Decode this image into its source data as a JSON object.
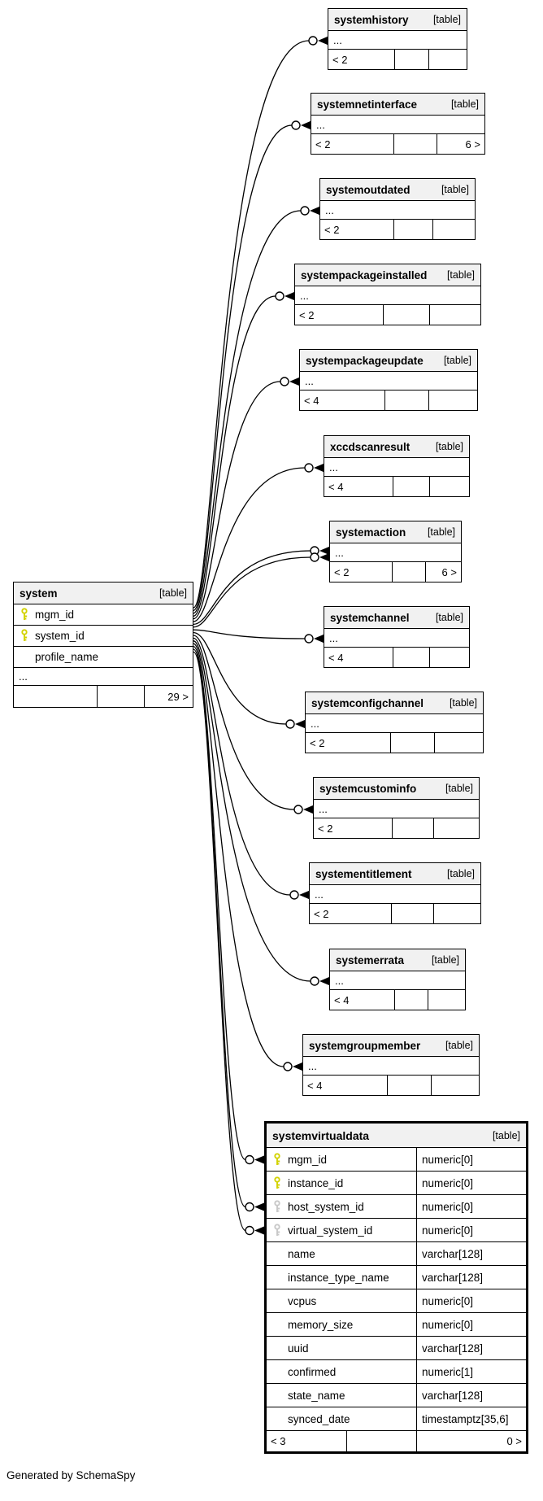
{
  "footer_note": "Generated by SchemaSpy",
  "colors": {
    "pk_key": "#d2d200",
    "fk_key": "#c8c8c8",
    "header_bg": "#f1f1f1",
    "border": "#000000",
    "edge": "#000000"
  },
  "system_table": {
    "name": "system",
    "badge": "[table]",
    "columns": [
      {
        "name": "mgm_id",
        "key": "pk"
      },
      {
        "name": "system_id",
        "key": "pk"
      },
      {
        "name": "profile_name",
        "key": ""
      }
    ],
    "more": "...",
    "footer": {
      "left": "",
      "mid": "",
      "right": "29 >"
    }
  },
  "related_tables": [
    {
      "name": "systemhistory",
      "badge": "[table]",
      "more": "...",
      "footer": {
        "left": "< 2",
        "mid": "",
        "right": ""
      }
    },
    {
      "name": "systemnetinterface",
      "badge": "[table]",
      "more": "...",
      "footer": {
        "left": "< 2",
        "mid": "",
        "right": "6 >"
      }
    },
    {
      "name": "systemoutdated",
      "badge": "[table]",
      "more": "...",
      "footer": {
        "left": "< 2",
        "mid": "",
        "right": ""
      }
    },
    {
      "name": "systempackageinstalled",
      "badge": "[table]",
      "more": "...",
      "footer": {
        "left": "< 2",
        "mid": "",
        "right": ""
      }
    },
    {
      "name": "systempackageupdate",
      "badge": "[table]",
      "more": "...",
      "footer": {
        "left": "< 4",
        "mid": "",
        "right": ""
      }
    },
    {
      "name": "xccdscanresult",
      "badge": "[table]",
      "more": "...",
      "footer": {
        "left": "< 4",
        "mid": "",
        "right": ""
      }
    },
    {
      "name": "systemaction",
      "badge": "[table]",
      "more": "...",
      "footer": {
        "left": "< 2",
        "mid": "",
        "right": "6 >"
      }
    },
    {
      "name": "systemchannel",
      "badge": "[table]",
      "more": "...",
      "footer": {
        "left": "< 4",
        "mid": "",
        "right": ""
      }
    },
    {
      "name": "systemconfigchannel",
      "badge": "[table]",
      "more": "...",
      "footer": {
        "left": "< 2",
        "mid": "",
        "right": ""
      }
    },
    {
      "name": "systemcustominfo",
      "badge": "[table]",
      "more": "...",
      "footer": {
        "left": "< 2",
        "mid": "",
        "right": ""
      }
    },
    {
      "name": "systementitlement",
      "badge": "[table]",
      "more": "...",
      "footer": {
        "left": "< 2",
        "mid": "",
        "right": ""
      }
    },
    {
      "name": "systemerrata",
      "badge": "[table]",
      "more": "...",
      "footer": {
        "left": "< 4",
        "mid": "",
        "right": ""
      }
    },
    {
      "name": "systemgroupmember",
      "badge": "[table]",
      "more": "...",
      "footer": {
        "left": "< 4",
        "mid": "",
        "right": ""
      }
    }
  ],
  "main_table": {
    "name": "systemvirtualdata",
    "badge": "[table]",
    "columns": [
      {
        "name": "mgm_id",
        "type": "numeric[0]",
        "key": "pk"
      },
      {
        "name": "instance_id",
        "type": "numeric[0]",
        "key": "pk"
      },
      {
        "name": "host_system_id",
        "type": "numeric[0]",
        "key": "fk"
      },
      {
        "name": "virtual_system_id",
        "type": "numeric[0]",
        "key": "fk"
      },
      {
        "name": "name",
        "type": "varchar[128]",
        "key": ""
      },
      {
        "name": "instance_type_name",
        "type": "varchar[128]",
        "key": ""
      },
      {
        "name": "vcpus",
        "type": "numeric[0]",
        "key": ""
      },
      {
        "name": "memory_size",
        "type": "numeric[0]",
        "key": ""
      },
      {
        "name": "uuid",
        "type": "varchar[128]",
        "key": ""
      },
      {
        "name": "confirmed",
        "type": "numeric[1]",
        "key": ""
      },
      {
        "name": "state_name",
        "type": "varchar[128]",
        "key": ""
      },
      {
        "name": "synced_date",
        "type": "timestamptz[35,6]",
        "key": ""
      }
    ],
    "footer": {
      "left": "< 3",
      "mid": "",
      "right": "0 >"
    }
  }
}
